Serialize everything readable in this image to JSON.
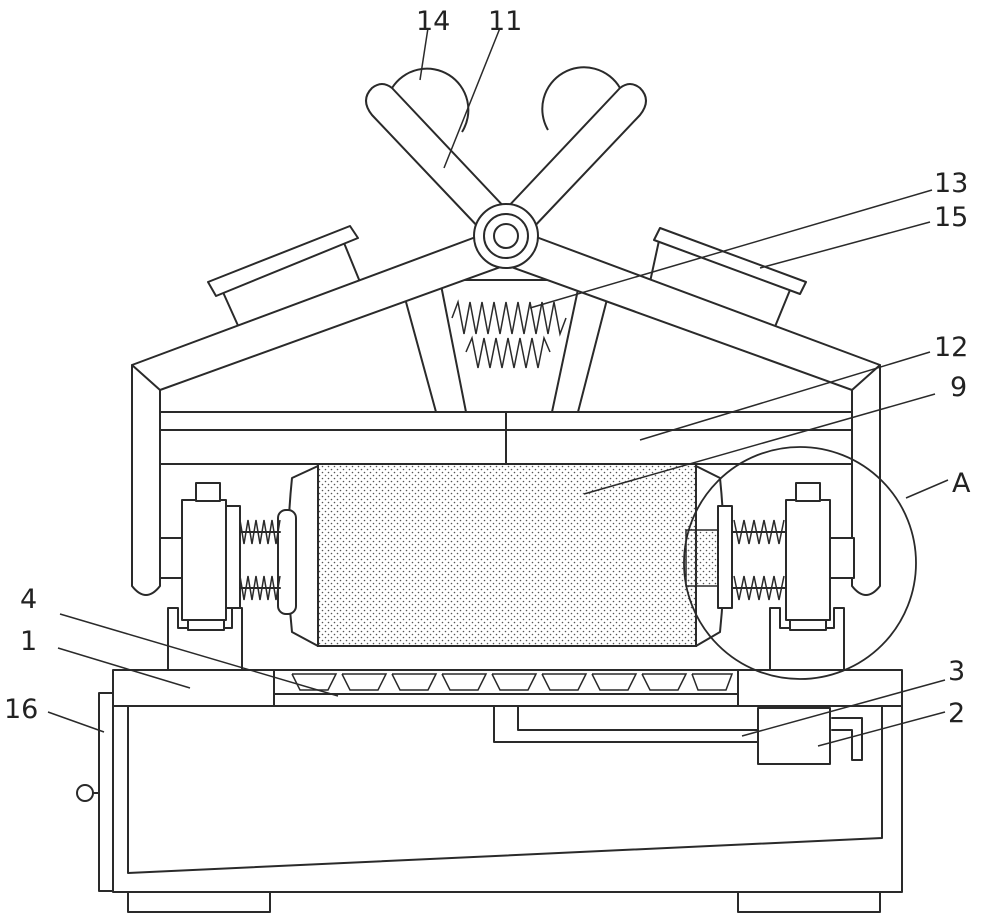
{
  "labels": {
    "l14": "14",
    "l11": "11",
    "l13": "13",
    "l15": "15",
    "l12": "12",
    "l9": "9",
    "lA": "A",
    "l4": "4",
    "l1": "1",
    "l16": "16",
    "l3": "3",
    "l2": "2"
  },
  "colors": {
    "line": "#2a2a2a",
    "background": "#ffffff",
    "dots": "#555555"
  }
}
